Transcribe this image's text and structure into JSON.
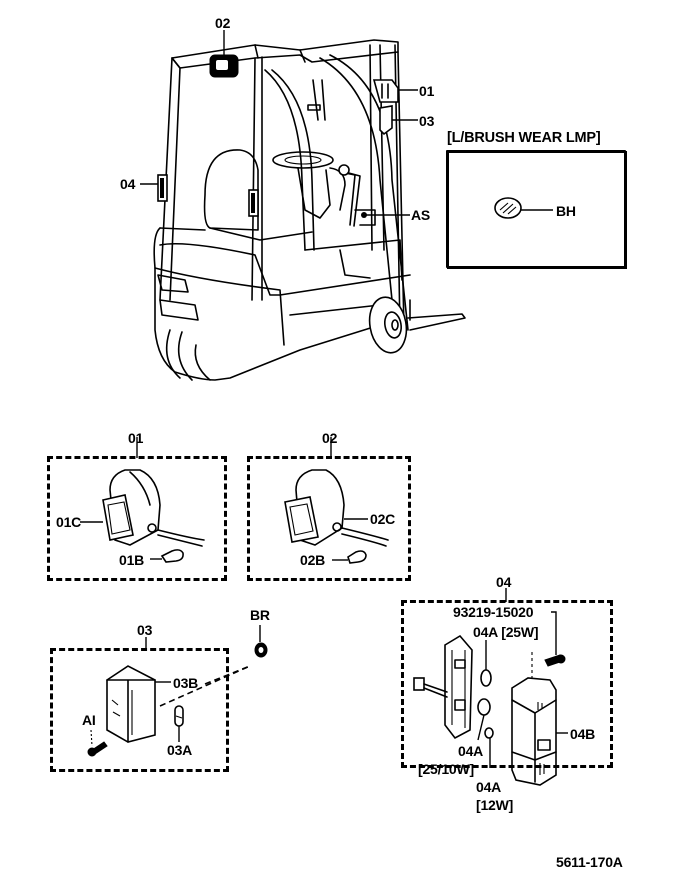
{
  "diagram": {
    "type": "exploded-parts-diagram",
    "subject": "forklift lamps",
    "reference_number": "5611-170A",
    "callouts_on_vehicle": [
      "02",
      "01",
      "03",
      "04",
      "AS"
    ],
    "inset": {
      "title": "[L/BRUSH WEAR LMP]",
      "part_label": "BH"
    },
    "groups": [
      {
        "id": "01",
        "parts": [
          "01C",
          "01B"
        ]
      },
      {
        "id": "02",
        "parts": [
          "02C",
          "02B"
        ]
      },
      {
        "id": "03",
        "parts": [
          "03B",
          "03A",
          "AI"
        ]
      },
      {
        "id": "04",
        "parts": [
          "93219-15020",
          "04A [25W]",
          "04B",
          "04A [25/10W]",
          "04A [12W]"
        ]
      }
    ],
    "loose_parts": [
      "BR"
    ],
    "labels": {
      "veh_02": "02",
      "veh_01": "01",
      "veh_03": "03",
      "veh_04": "04",
      "veh_as": "AS",
      "inset_title": "[L/BRUSH WEAR LMP]",
      "inset_bh": "BH",
      "g01": "01",
      "g01c": "01C",
      "g01b": "01B",
      "g02": "02",
      "g02c": "02C",
      "g02b": "02B",
      "g03": "03",
      "g03b": "03B",
      "g03a": "03A",
      "g03ai": "AI",
      "br": "BR",
      "g04": "04",
      "g04_bolt": "93219-15020",
      "g04a_25w": "04A [25W]",
      "g04b": "04B",
      "g04a_2510w_1": "04A",
      "g04a_2510w_2": "[25/10W]",
      "g04a_12w_1": "04A",
      "g04a_12w_2": "[12W]",
      "ref": "5611-170A"
    }
  }
}
